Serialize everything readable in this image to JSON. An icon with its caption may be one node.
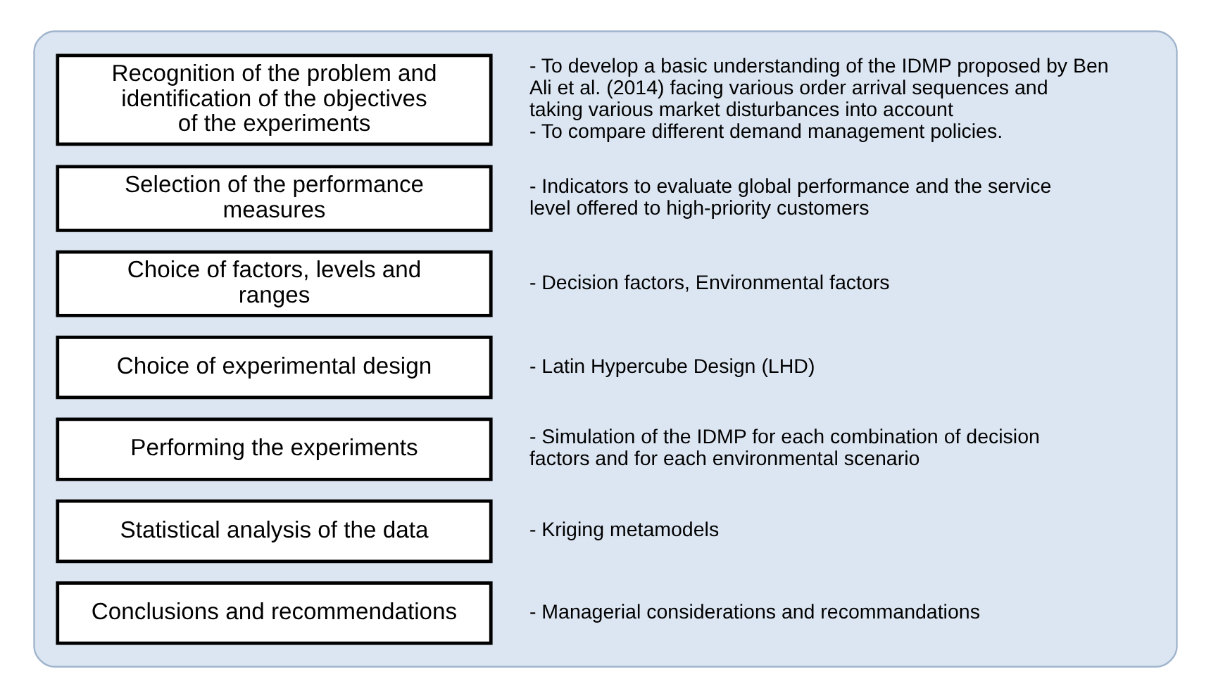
{
  "diagram": {
    "nodes": [
      {
        "text": [],
        "shape": "box"
      },
      {
        "text": [
          "Recognition of the problem and identification of the objectives of the experiments"
        ],
        "in": 0,
        "beside": [
          "- To develop a basic understanding of the IDMP proposed by Ben Ali et al. (2014) facing various order arrival sequences and taking various market disturbances into account",
          "- To compare different demand management policies."
        ]
      },
      {
        "text": [
          "Selection of the performance measures"
        ],
        "in": 0,
        "beside": [
          "- Indicators to evaluate global performance and the service level offered to high-priority customers"
        ]
      },
      {
        "text": [
          "Choice of factors, levels and ranges"
        ],
        "in": 0,
        "beside": [
          "- Decision factors, Environmental factors"
        ]
      },
      {
        "text": [
          "Choice of experimental design"
        ],
        "in": 0,
        "beside": [
          "- Latin Hypercube Design (LHD)"
        ]
      },
      {
        "text": [
          "Performing the experiments"
        ],
        "in": 0,
        "beside": [
          "- Simulation of the IDMP for each combination of decision factors and for each environmental scenario"
        ]
      },
      {
        "text": [
          "Statistical analysis of the data"
        ],
        "in": 0,
        "beside": [
          "- Kriging metamodels"
        ]
      },
      {
        "text": [
          "Conclusions and recommendations"
        ],
        "in": 0,
        "beside": [
          "- Managerial considerations and recommandations"
        ]
      }
    ]
  }
}
